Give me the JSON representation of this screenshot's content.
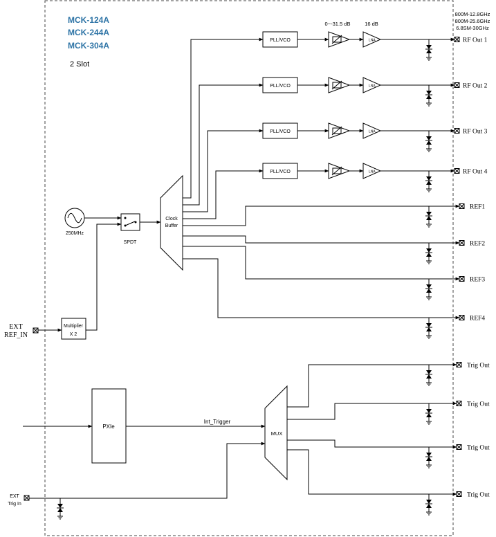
{
  "models": [
    "MCK-124A",
    "MCK-244A",
    "MCK-304A"
  ],
  "slot_label": "2 Slot",
  "freq_ranges": [
    "800M-12.8GHz",
    "800M-25.6GHz",
    "6.8SM-30GHz"
  ],
  "attenuator_label": "0~-31.5 dB",
  "amp_label": "16 dB",
  "pll_label": "PLL/VCO",
  "lna_label": "LNA",
  "osc_label": "250MHz",
  "spdt_label": "SPDT",
  "clock_buffer_label": [
    "Clock",
    "Buffer"
  ],
  "multiplier_label": [
    "Multiplier",
    "X 2"
  ],
  "ext_ref_label": [
    "EXT",
    "REF_IN"
  ],
  "pxie_label": "PXIe",
  "int_trigger_label": "Int_Trigger",
  "mux_label": "MUX",
  "ext_trig_label": [
    "EXT",
    "Trig In"
  ],
  "rf_outputs": [
    "RF Out 1",
    "RF Out 2",
    "RF Out 3",
    "RF Out 4"
  ],
  "ref_outputs": [
    "REF1",
    "REF2",
    "REF3",
    "REF4"
  ],
  "trig_outputs": [
    "Trig Out",
    "Trig Out",
    "Trig Out",
    "Trig Out"
  ],
  "colors": {
    "model_text": "#2e74a6",
    "line": "#000000"
  }
}
